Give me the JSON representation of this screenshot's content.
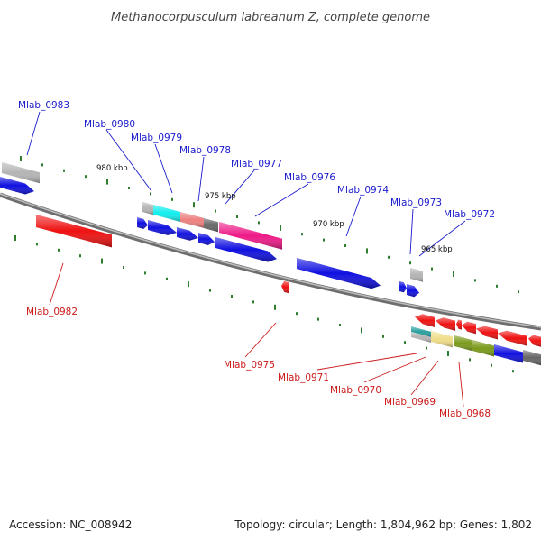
{
  "title": "Methanocorpusculum labreanum Z, complete genome",
  "footer": {
    "accession": "Accession: NC_008942",
    "topology": "Topology: circular; Length: 1,804,962 bp; Genes: 1,802"
  },
  "kbp_labels": [
    "980 kbp",
    "975 kbp",
    "970 kbp",
    "965 kbp"
  ],
  "gene_labels": [
    {
      "id": "Mlab_0983",
      "strand": "plus"
    },
    {
      "id": "Mlab_0980",
      "strand": "plus"
    },
    {
      "id": "Mlab_0979",
      "strand": "plus"
    },
    {
      "id": "Mlab_0978",
      "strand": "plus"
    },
    {
      "id": "Mlab_0977",
      "strand": "plus"
    },
    {
      "id": "Mlab_0976",
      "strand": "plus"
    },
    {
      "id": "Mlab_0974",
      "strand": "plus"
    },
    {
      "id": "Mlab_0973",
      "strand": "plus"
    },
    {
      "id": "Mlab_0972",
      "strand": "plus"
    },
    {
      "id": "Mlab_0982",
      "strand": "minus"
    },
    {
      "id": "Mlab_0975",
      "strand": "minus"
    },
    {
      "id": "Mlab_0971",
      "strand": "minus"
    },
    {
      "id": "Mlab_0970",
      "strand": "minus"
    },
    {
      "id": "Mlab_0969",
      "strand": "minus"
    },
    {
      "id": "Mlab_0968",
      "strand": "minus"
    }
  ],
  "colors": {
    "plus_label": "#1a1acc",
    "minus_label": "#cc1a1a",
    "backbone": "#808080",
    "tick": "#2f7d2f",
    "blue_gene": "#1010e0",
    "red_gene": "#ee1111",
    "grey_gene": "#b4b4b4",
    "cyan_gene": "#11eeee",
    "salmon_gene": "#ee8080",
    "dark_gene": "#666666",
    "magenta_gene": "#ee1a88",
    "olive_gene": "#7a9a1a",
    "khaki_gene": "#eedd88",
    "teal_gene": "#2aa0a0"
  }
}
